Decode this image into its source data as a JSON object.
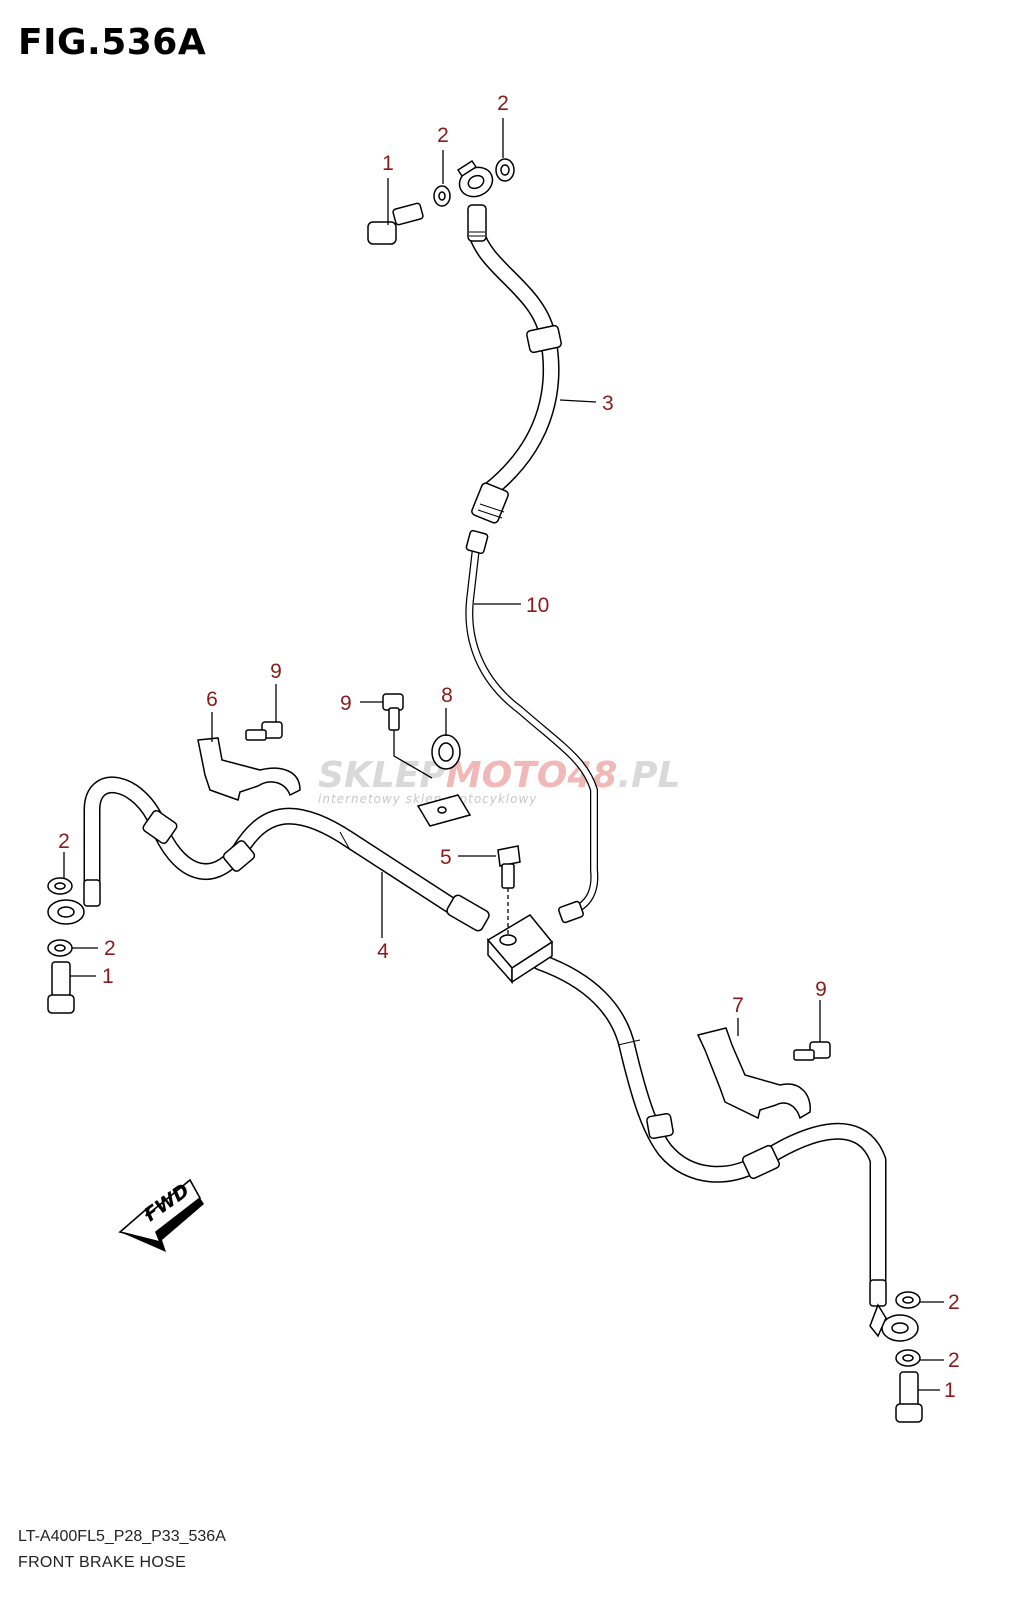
{
  "figure": {
    "title": "FIG.536A"
  },
  "footer": {
    "code": "LT-A400FL5_P28_P33_536A",
    "name": "FRONT BRAKE HOSE"
  },
  "watermark": {
    "brand_a": "SKLEP",
    "brand_b": "MOTO",
    "brand_c": "48",
    "brand_d": ".PL",
    "tagline": "internetowy sklep motocyklowy"
  },
  "fwd_label": "FWD",
  "colors": {
    "callout": "#8b1a1a",
    "line": "#000000",
    "watermark_grey": "#d9d9d9",
    "watermark_red": "#f1b8b8"
  },
  "callouts": [
    {
      "id": "c-1-top",
      "label": "1"
    },
    {
      "id": "c-2-top-left",
      "label": "2"
    },
    {
      "id": "c-2-top-right",
      "label": "2"
    },
    {
      "id": "c-3",
      "label": "3"
    },
    {
      "id": "c-10",
      "label": "10"
    },
    {
      "id": "c-9-left",
      "label": "9"
    },
    {
      "id": "c-6",
      "label": "6"
    },
    {
      "id": "c-9-mid",
      "label": "9"
    },
    {
      "id": "c-8",
      "label": "8"
    },
    {
      "id": "c-2-left-a",
      "label": "2"
    },
    {
      "id": "c-5",
      "label": "5"
    },
    {
      "id": "c-2-left-b",
      "label": "2"
    },
    {
      "id": "c-1-left",
      "label": "1"
    },
    {
      "id": "c-4",
      "label": "4"
    },
    {
      "id": "c-7",
      "label": "7"
    },
    {
      "id": "c-9-right",
      "label": "9"
    },
    {
      "id": "c-2-right-a",
      "label": "2"
    },
    {
      "id": "c-2-right-b",
      "label": "2"
    },
    {
      "id": "c-1-right",
      "label": "1"
    }
  ]
}
